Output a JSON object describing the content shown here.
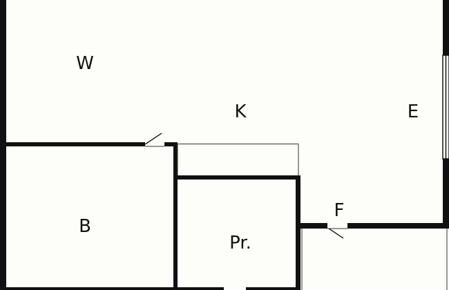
{
  "rooms": {
    "w": "W",
    "k": "K",
    "e": "E",
    "b": "B",
    "pr": "Pr.",
    "f": "F"
  },
  "colors": {
    "background": "#fdfdf9",
    "wall": "#111111",
    "door_swing": "#222222",
    "thin_line": "#333333"
  }
}
